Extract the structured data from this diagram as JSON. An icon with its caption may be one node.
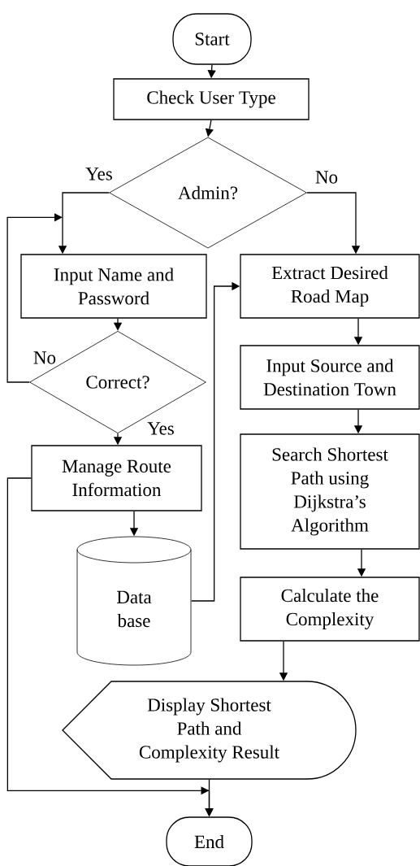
{
  "diagram": {
    "nodes": [
      {
        "text": [
          "Start"
        ]
      },
      {
        "text": [
          "Check User Type"
        ]
      },
      {
        "text": [
          "Admin?"
        ]
      },
      {
        "text": [
          "Input Name and Password"
        ]
      },
      {
        "text": [
          "Correct?"
        ]
      },
      {
        "text": [
          "Manage Route Information"
        ]
      },
      {
        "text": [
          "Data base"
        ]
      },
      {
        "text": [
          "Extract Desired Road Map"
        ]
      },
      {
        "text": [
          "Input Source and Destination Town"
        ]
      },
      {
        "text": [
          "Search Shortest Path using Dijkstra’s Algorithm"
        ]
      },
      {
        "text": [
          "Calculate the Complexity"
        ]
      },
      {
        "text": [
          "Display Shortest Path and Complexity Result"
        ]
      },
      {
        "text": [
          "End"
        ]
      }
    ],
    "edges": [
      {
        "from": 0,
        "to": 1,
        "arrow": "to"
      },
      {
        "from": 1,
        "to": 2,
        "arrow": "to"
      },
      {
        "from": 2,
        "to": 3,
        "arrow": "to",
        "label": "Yes"
      },
      {
        "from": 2,
        "to": 7,
        "arrow": "to",
        "label": "No"
      },
      {
        "from": 3,
        "to": 4,
        "arrow": "to"
      },
      {
        "from": 4,
        "to": 3,
        "arrow": "to",
        "label": "No"
      },
      {
        "from": 4,
        "to": 5,
        "arrow": "to",
        "label": "Yes"
      },
      {
        "from": 5,
        "to": 6,
        "arrow": "to"
      },
      {
        "from": 6,
        "to": 7,
        "arrow": "to"
      },
      {
        "from": 7,
        "to": 8,
        "arrow": "to"
      },
      {
        "from": 8,
        "to": 9,
        "arrow": "to"
      },
      {
        "from": 9,
        "to": 10,
        "arrow": "to"
      },
      {
        "from": 10,
        "to": 11,
        "arrow": "to"
      },
      {
        "from": 11,
        "to": 12,
        "arrow": "to"
      },
      {
        "from": 5,
        "to": 12,
        "arrow": "to"
      }
    ]
  }
}
